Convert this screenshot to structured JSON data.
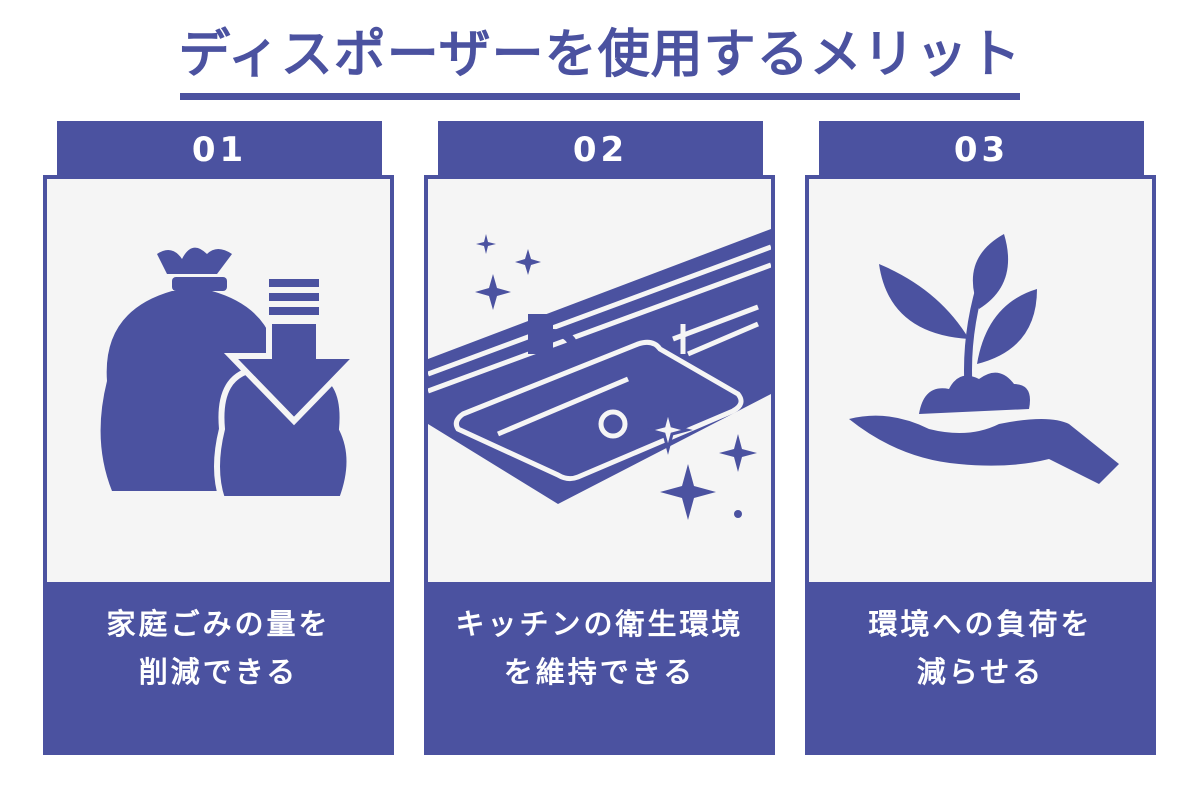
{
  "title": "ディスポーザーを使用するメリット",
  "cards": [
    {
      "number": "01",
      "caption_line1": "家庭ごみの量を",
      "caption_line2": "削減できる",
      "icon": "garbage-bag-reduce-icon"
    },
    {
      "number": "02",
      "caption_line1": "キッチンの衛生環境",
      "caption_line2": "を維持できる",
      "icon": "clean-kitchen-sink-icon"
    },
    {
      "number": "03",
      "caption_line1": "環境への負荷を",
      "caption_line2": "減らせる",
      "icon": "plant-in-hand-icon"
    }
  ],
  "colors": {
    "accent": "#4b52a0",
    "panel": "#f5f5f5"
  }
}
